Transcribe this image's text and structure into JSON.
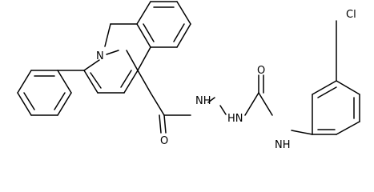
{
  "molecule": {
    "atoms": {
      "N_ring": "N",
      "NH_left": "NH",
      "HN_mid": "HN",
      "NH_right": "NH",
      "O_left": "O",
      "O_right": "O",
      "Cl": "Cl"
    }
  }
}
